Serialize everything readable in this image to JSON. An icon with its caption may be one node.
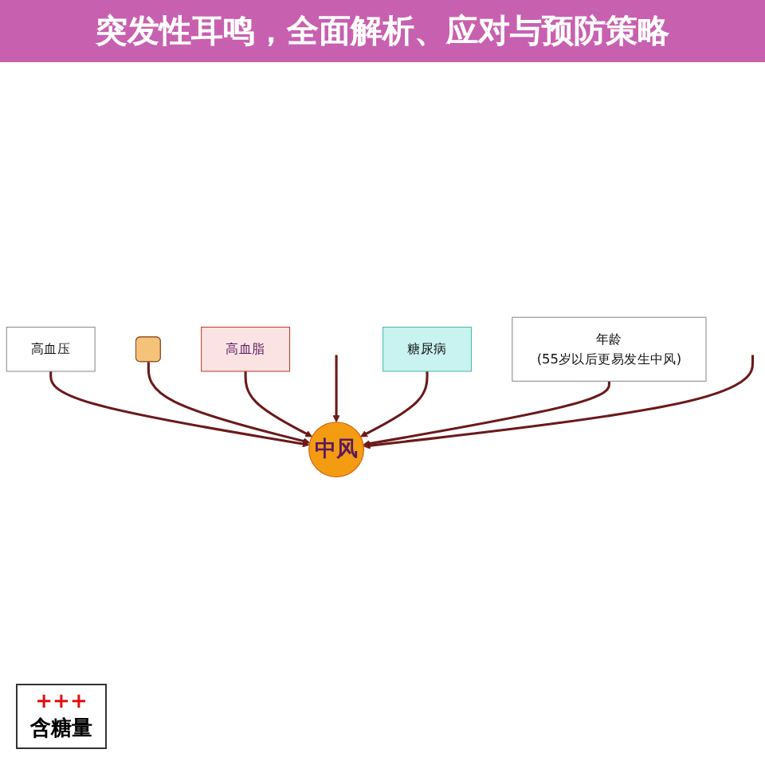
{
  "diagram": {
    "title": "突发性耳鸣，全面解析、应对与预防策略",
    "nodes": [
      {
        "text": [
          "中风"
        ]
      },
      {
        "text": [
          "高血压"
        ]
      },
      {
        "text": [],
        "shape": "box"
      },
      {
        "text": [
          "高血脂"
        ]
      },
      {
        "text": [
          "糖尿病"
        ]
      },
      {
        "text": [
          "年龄",
          "(55岁以后更易发生中风)"
        ]
      }
    ],
    "edges": [
      {
        "from": 1,
        "to": 0,
        "arrow": "to"
      },
      {
        "from": 2,
        "to": 0,
        "arrow": "to"
      },
      {
        "from": 3,
        "to": 0,
        "arrow": "to"
      },
      {
        "from": null,
        "to": 0,
        "arrow": "to"
      },
      {
        "from": 4,
        "to": 0,
        "arrow": "to"
      },
      {
        "from": 5,
        "to": 0,
        "arrow": "to"
      },
      {
        "from": null,
        "to": 0,
        "arrow": "to"
      }
    ],
    "labels": [
      "+++",
      "含糖量"
    ]
  }
}
